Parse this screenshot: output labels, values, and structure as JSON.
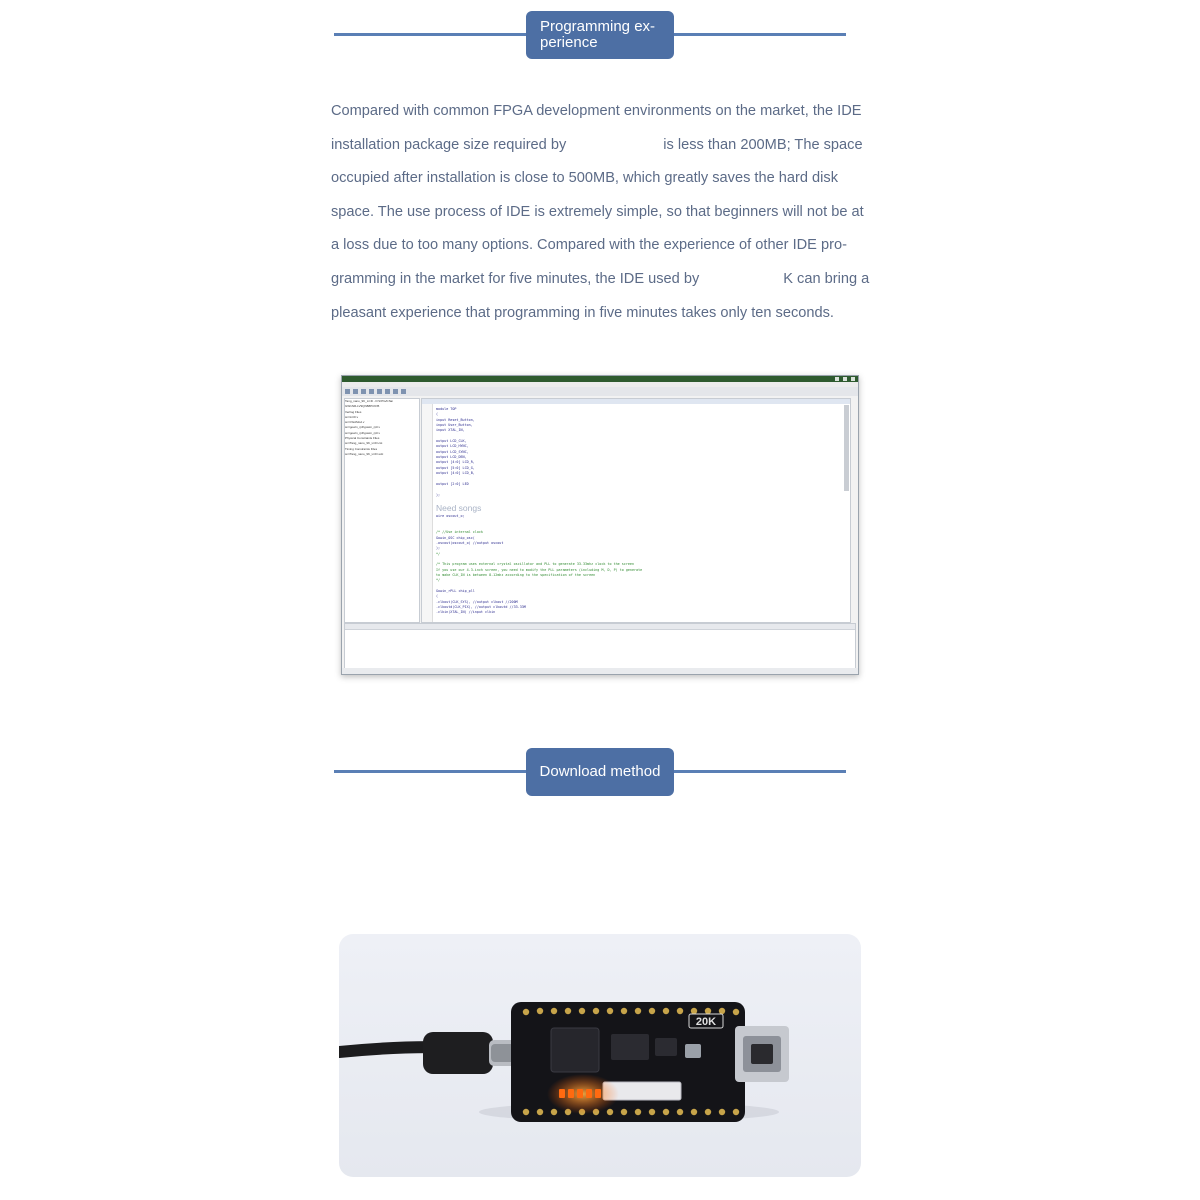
{
  "sections": {
    "programming": {
      "title": "Programming ex-\nperience"
    },
    "download": {
      "title": "Download method"
    }
  },
  "paragraph": {
    "lines": [
      "Compared with common FPGA development environments on the market, the IDE",
      "installation package size required by",
      "is less than 200MB; The space",
      "occupied after installation is close to 500MB, which greatly saves the hard disk",
      "space. The use process of IDE is extremely simple, so that beginners will not be at",
      "a loss due to too many options. Compared with the experience of other IDE pro-",
      "gramming in the market for five minutes, the IDE used by",
      "K can bring a",
      "pleasant experience that programming in five minutes takes only ten seconds."
    ]
  },
  "ide": {
    "watermark": "Need songs",
    "tree": [
      "Tang_nano_9K_LCD - D:\\FPGA\\Tan",
      "  GW1NR-LV9QN88PC6/I5",
      "  Verilog Files",
      "    src\\LCD.v",
      "    src\\VGAMod.v",
      "    src\\gowin_rpll\\gowin_rpll.v",
      "    src\\gowin_rpll\\gowin_rpll.v",
      "  Physical Constraints Files",
      "    src\\Tang_nano_9K_LCD.cst",
      "  Timing Constraints Files",
      "    src\\Tang_nano_9K_LCD.sdc"
    ],
    "code": [
      "module TOP",
      "(",
      "    input       Reset_Button,",
      "    input       User_Button,",
      "    input       XTAL_IN,",
      "",
      "    output      LCD_CLK,",
      "    output      LCD_HYNC,",
      "    output      LCD_SYNC,",
      "    output      LCD_DEN,",
      "    output [4:0] LCD_R,",
      "    output [5:0] LCD_G,",
      "    output [4:0] LCD_B,",
      "",
      "    output [2:0] LED",
      "",
      ");",
      "",
      "    wire        oscout_o;",
      "",
      "",
      "/*  //Use internal clock",
      "    Gowin_OSC chip_osc(",
      "        .oscout(oscout_o) //output oscout",
      "    );",
      "*/",
      "",
      "/*  This program uses external crystal oscillator and PLL to generate 33.33mhz clock to the screen",
      "    If you use our 4.3-inch screen, you need to modify the PLL parameters (including M, D, P) to generate",
      "    to make CLK_IN is between 8-12mhz according to the specification of the screen",
      "*/",
      "",
      "    Gowin_rPLL chip_pll",
      "    (",
      "        .clkout(CLK_SYS), //output clkout   //200M",
      "        .clkoutd(CLK_PIX), //output clkoutd //33.33M",
      "        .clkin(XTAL_IN) //input clkin"
    ]
  },
  "photo": {
    "board_label": "20K"
  },
  "colors": {
    "accent": "#4d6fa4",
    "rule": "#5a7fb5",
    "body_text": "#5c6b87"
  }
}
